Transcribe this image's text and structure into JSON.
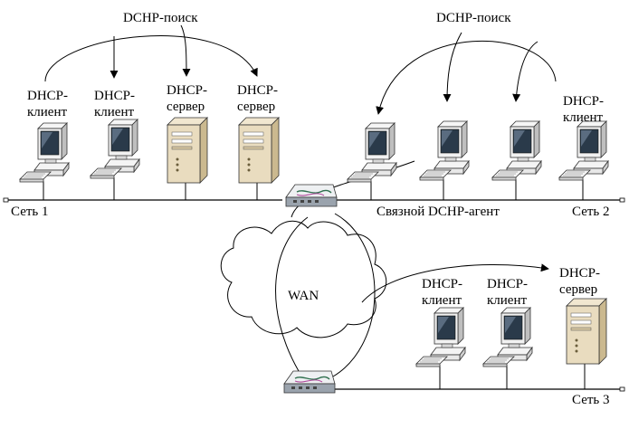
{
  "labels": {
    "discovery_1": "DCHP-поиск",
    "discovery_2": "DCHP-поиск",
    "net1_client_a": "DHCP-\nклиент",
    "net1_client_b": "DHCP-\nклиент",
    "net1_server_a": "DHCP-\nсервер",
    "net1_server_b": "DHCP-\nсервер",
    "net2_client": "DHCP-\nклиент",
    "net3_client_a": "DHCP-\nклиент",
    "net3_client_b": "DHCP-\nклиент",
    "net3_server": "DHCP-\nсервер",
    "network_1": "Сеть 1",
    "network_2": "Сеть 2",
    "network_3": "Сеть 3",
    "relay_agent": "Связной DCHP-агент",
    "wan": "WAN"
  },
  "colors": {
    "server_body": "#e9dcbf",
    "server_side": "#cbb98f",
    "monitor_body": "#f2f2f2",
    "screen": "#2a3a4a",
    "router_top": "#eef0f2",
    "router_side": "#9aa3ad"
  }
}
